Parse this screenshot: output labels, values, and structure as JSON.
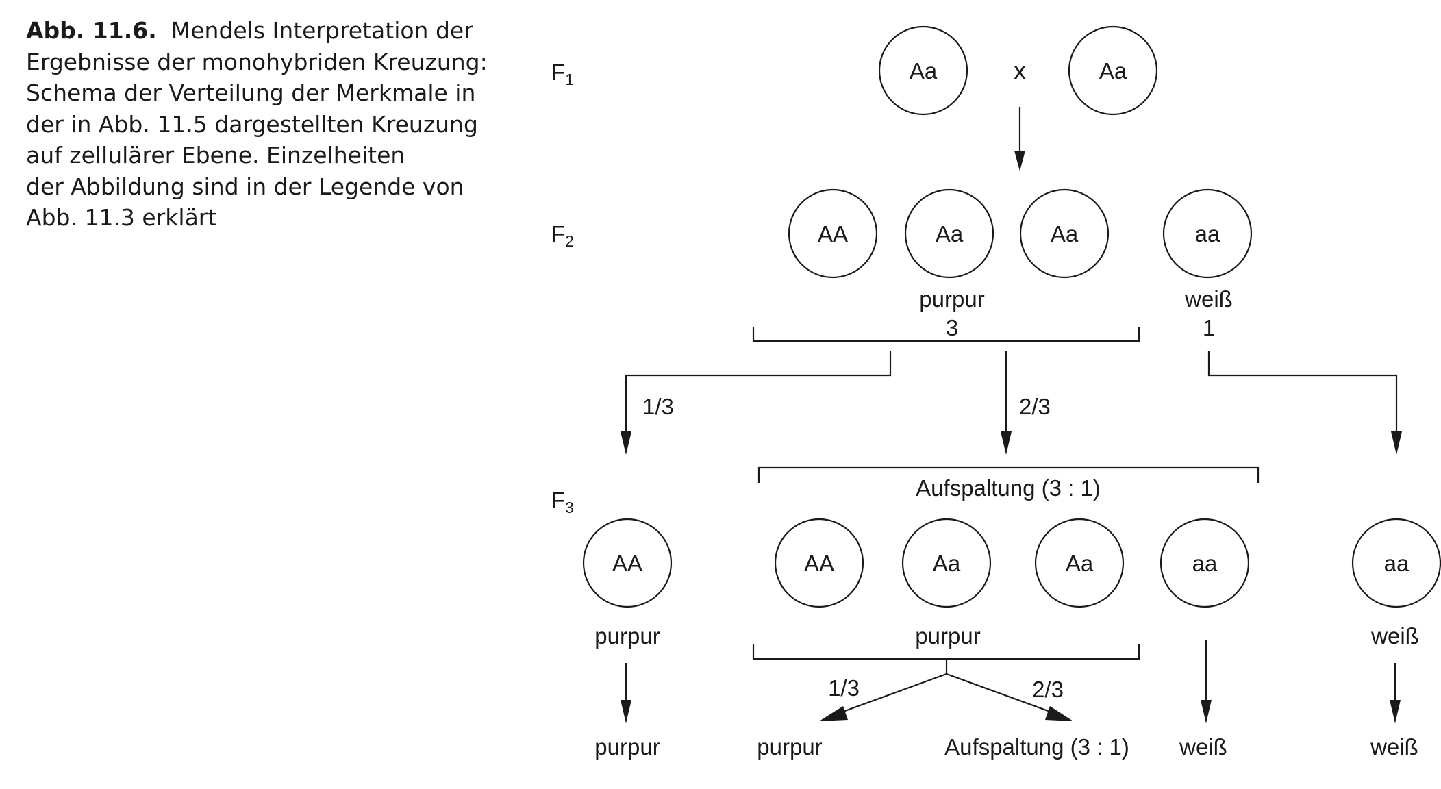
{
  "caption": {
    "label": "Abb. 11.6.",
    "lines": [
      "Mendels Interpretation der",
      "Ergebnisse der monohybriden Kreuzung:",
      "Schema der Verteilung der Merkmale in",
      "der in Abb. 11.5 dargestellten Kreuzung",
      "auf zellulärer Ebene. Einzelheiten",
      "der Abbildung sind in der Legende von",
      "Abb. 11.3 erklärt"
    ]
  },
  "generations": {
    "f1": {
      "letter": "F",
      "sub": "1"
    },
    "f2": {
      "letter": "F",
      "sub": "2"
    },
    "f3": {
      "letter": "F",
      "sub": "3"
    }
  },
  "f1": {
    "parent_left": "Aa",
    "cross_symbol": "x",
    "parent_right": "Aa"
  },
  "f2": {
    "genotypes": [
      "AA",
      "Aa",
      "Aa",
      "aa"
    ],
    "dominant_phenotype": "purpur",
    "dominant_count": "3",
    "recessive_phenotype": "weiß",
    "recessive_count": "1",
    "fraction_left": "1/3",
    "fraction_middle": "2/3"
  },
  "f3": {
    "segregation_label": "Aufspaltung (3 : 1)",
    "left_genotype": "AA",
    "left_phenotype": "purpur",
    "middle_genotypes": [
      "AA",
      "Aa",
      "Aa",
      "aa"
    ],
    "middle_dominant_phenotype": "purpur",
    "right_genotype": "aa",
    "right_phenotype": "weiß",
    "split_fraction_left": "1/3",
    "split_fraction_right": "2/3"
  },
  "outcomes": {
    "left": "purpur",
    "middle_left": "purpur",
    "middle_right": "Aufspaltung (3 : 1)",
    "middle_aa": "weiß",
    "right": "weiß"
  }
}
